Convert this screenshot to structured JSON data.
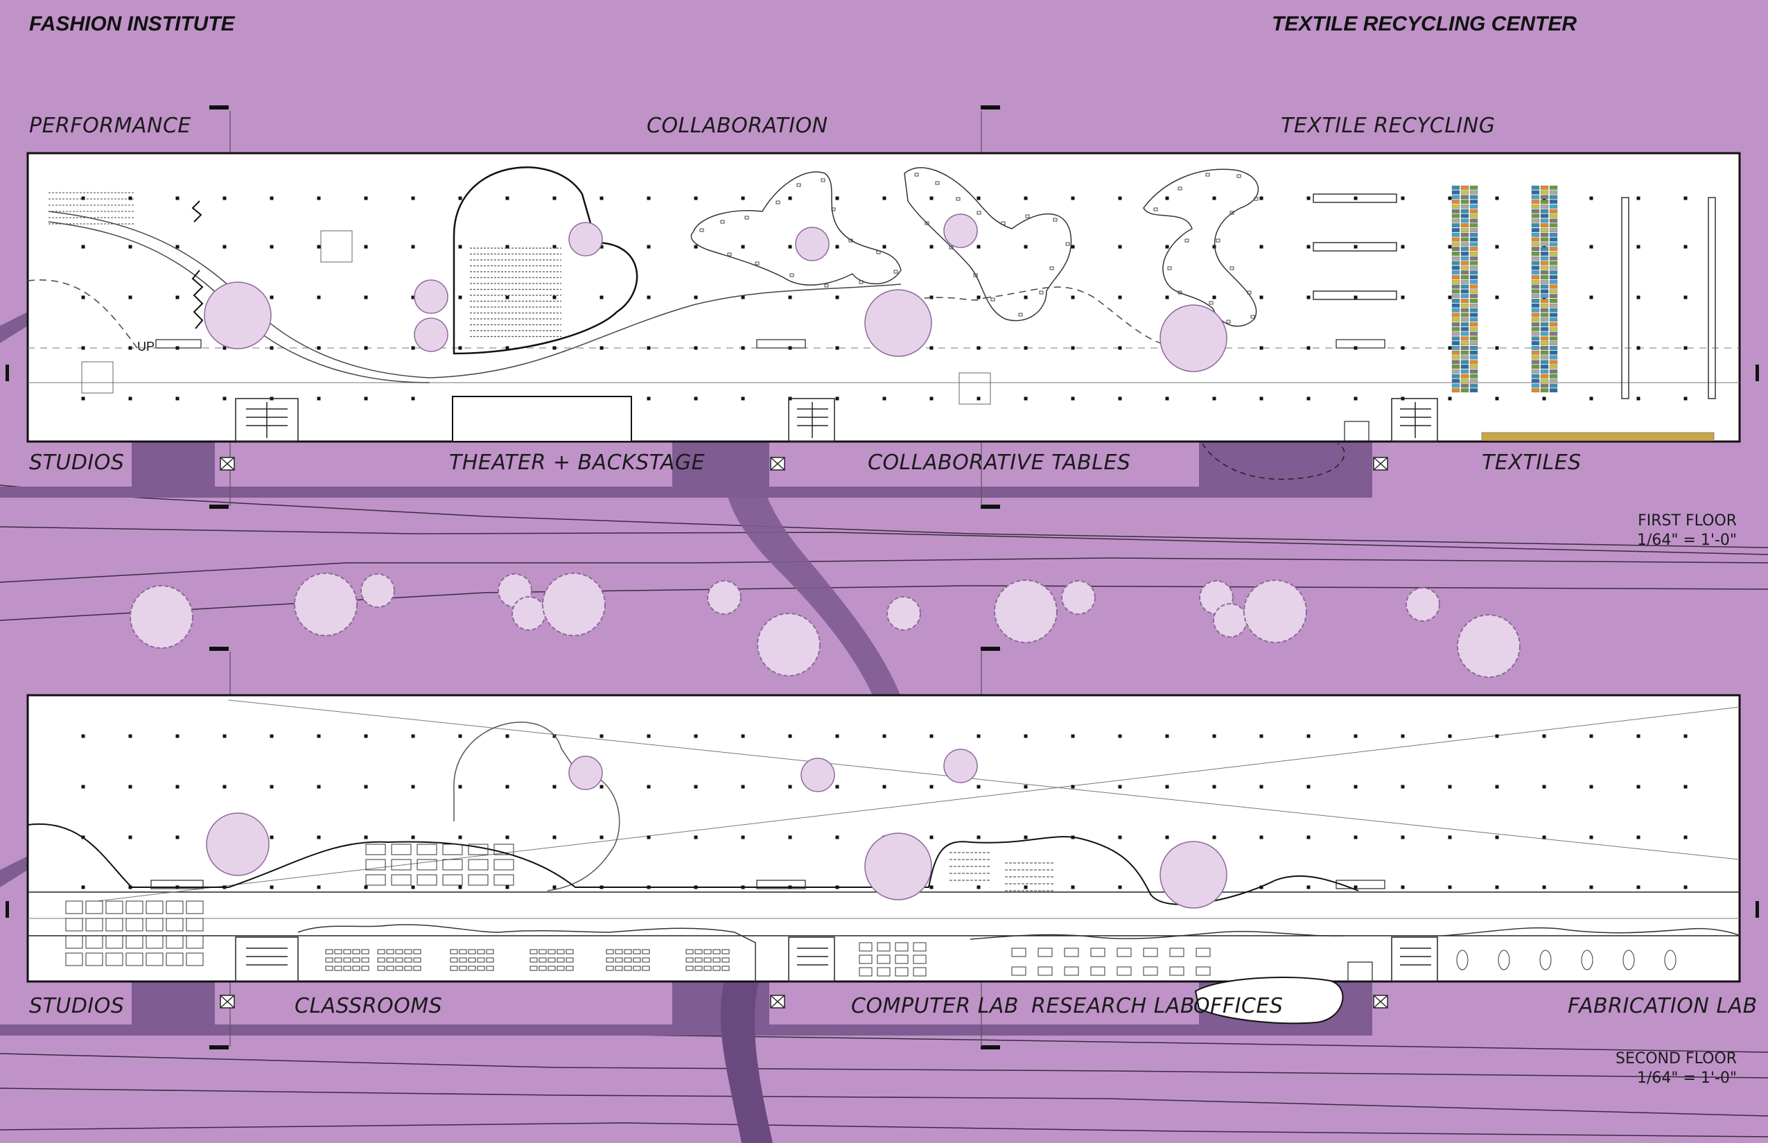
{
  "titles": {
    "left": "FASHION INSTITUTE",
    "right": "TEXTILE RECYCLING CENTER"
  },
  "zones": {
    "performance": "PERFORMANCE",
    "collaboration": "COLLABORATION",
    "textile_recycling": "TEXTILE RECYCLING"
  },
  "first_floor": {
    "rooms": {
      "studios": "STUDIOS",
      "theater": "THEATER + BACKSTAGE",
      "collab_tables": "COLLABORATIVE TABLES",
      "textiles": "TEXTILES"
    },
    "stair_label": "UP",
    "floor_name": "FIRST FLOOR",
    "scale": "1/64\" = 1'-0\""
  },
  "second_floor": {
    "rooms": {
      "studios": "STUDIOS",
      "classrooms": "CLASSROOMS",
      "computer_lab": "COMPUTER LAB",
      "research_lab": "RESEARCH LAB",
      "offices": "OFFICES",
      "fabrication_lab": "FABRICATION LAB"
    },
    "floor_name": "SECOND FLOOR",
    "scale": "1/64\" = 1'-0\""
  },
  "colors": {
    "background": "#bf93c8",
    "dark_purple": "#7f5c92",
    "tree_fill": "#e6d3ea",
    "tree_stroke": "#8c6a98",
    "floor_plate": "#ffffff",
    "lines": "#222222"
  },
  "icons": [
    "tree-icon",
    "stair-core-icon",
    "column-grid",
    "textile-rack-icon"
  ]
}
